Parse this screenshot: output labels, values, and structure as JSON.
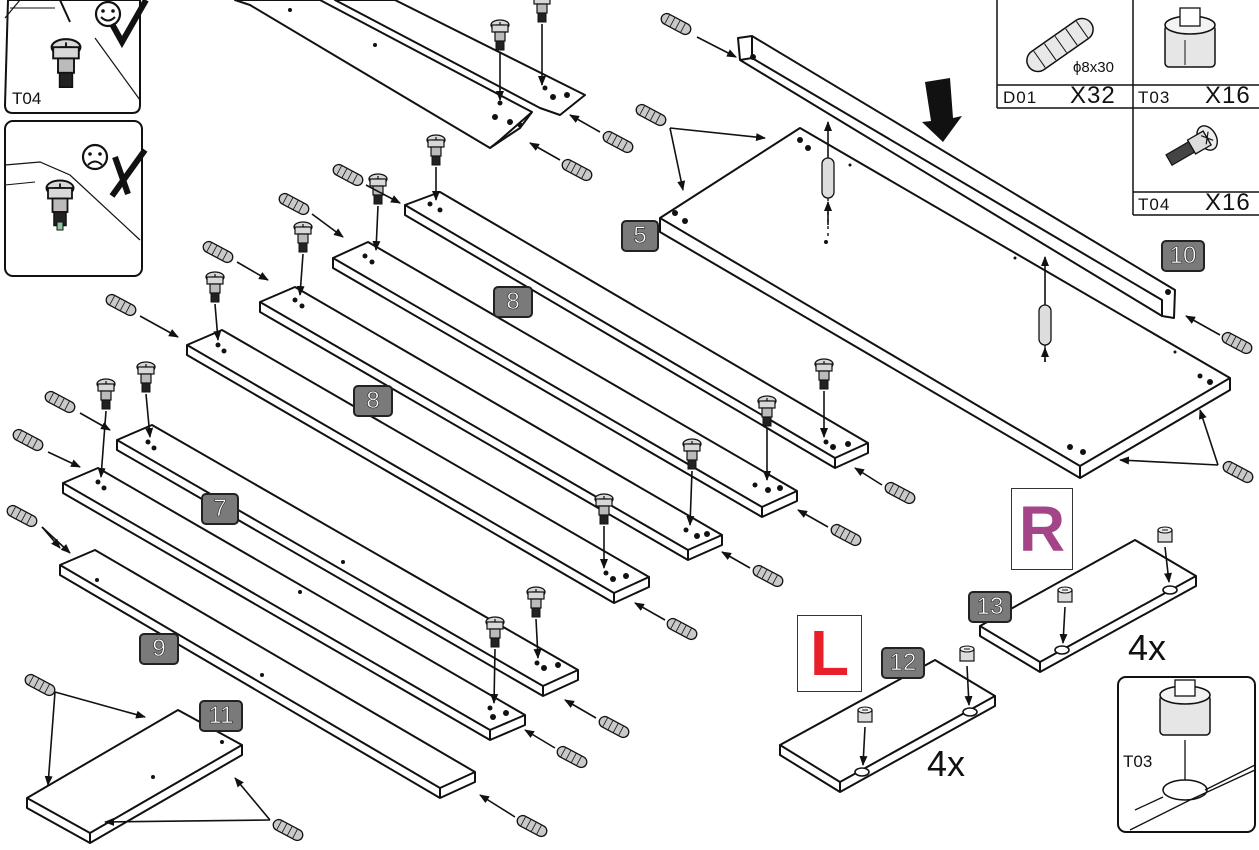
{
  "part_labels": {
    "p5": "5",
    "p7": "7",
    "p8a": "8",
    "p8b": "8",
    "p9": "9",
    "p10": "10",
    "p11": "11",
    "p12": "12",
    "p13": "13"
  },
  "side_markers": {
    "left": "L",
    "right": "R",
    "left_color": "#e8202a",
    "right_color": "#a4458a"
  },
  "quantities": {
    "q12": "4x",
    "q13": "4x"
  },
  "legend": {
    "d01_code": "D01",
    "d01_qty": "X32",
    "d01_size": "ϕ8x30",
    "t03_code": "T03",
    "t03_qty": "X16",
    "t04_code": "T04",
    "t04_qty": "X16"
  },
  "insets": {
    "t04_good_label": "T04",
    "t03_detail_label": "T03"
  },
  "icons": [
    "smiley-good-icon",
    "check-mark-icon",
    "smiley-bad-icon",
    "cross-mark-icon",
    "down-arrow-icon",
    "dowel-icon",
    "cam-lock-icon",
    "cam-screw-icon"
  ]
}
